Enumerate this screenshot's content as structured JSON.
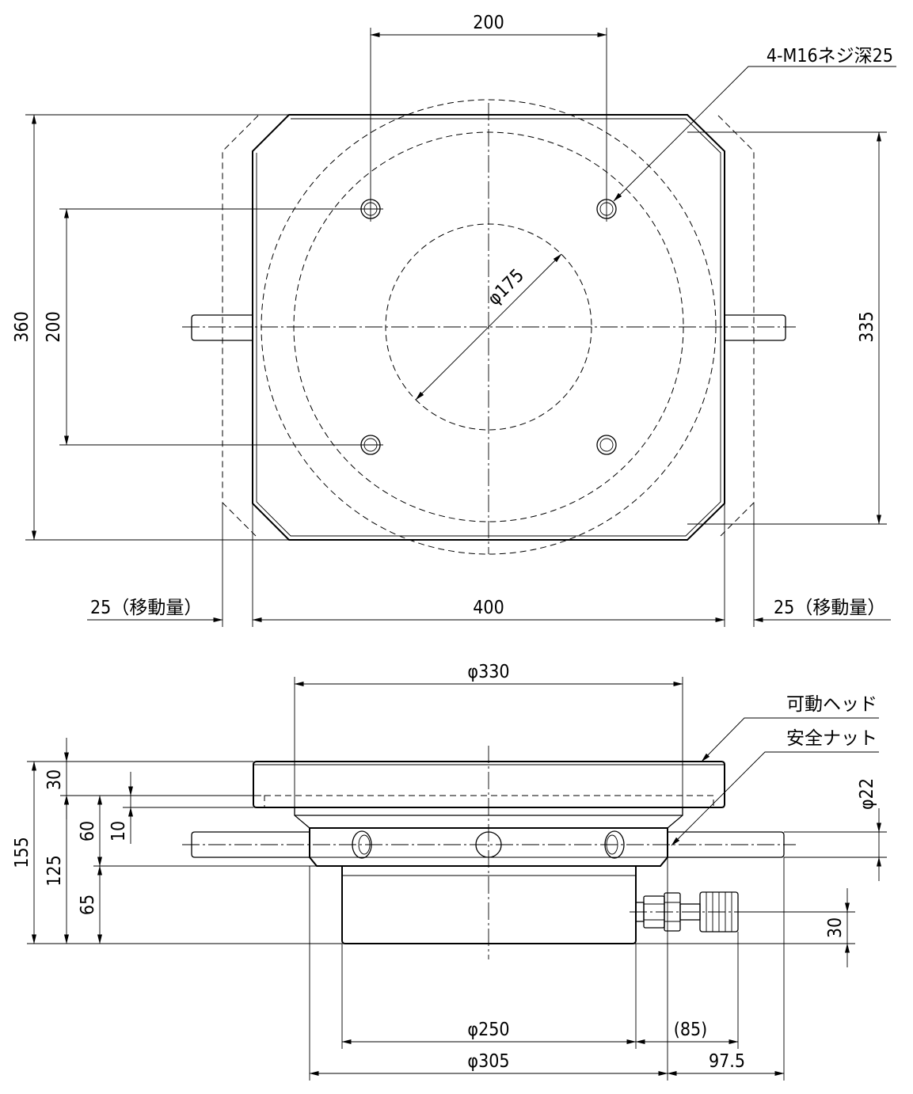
{
  "plan_view": {
    "dim_hole_pitch_x": "200",
    "dim_hole_pitch_y": "200",
    "dim_total_height": "360",
    "dim_inner_height": "335",
    "dim_width": "400",
    "dim_travel_left": "25（移動量）",
    "dim_travel_right": "25（移動量）",
    "dim_bore_diameter": "φ175",
    "note_tapped_holes": "4-M16ネジ深25"
  },
  "side_view": {
    "dim_head_diameter": "φ330",
    "dim_body_diameter": "φ305",
    "dim_base_diameter": "φ250",
    "dim_port_offset": "(85)",
    "dim_handle_reach": "97.5",
    "dim_total_height": "155",
    "dim_head_thickness": "30",
    "dim_upper_height": "125",
    "dim_nut_height": "60",
    "dim_nut_gap": "10",
    "dim_base_height": "65",
    "dim_handle_diameter": "φ22",
    "dim_port_height": "30",
    "label_movable_head": "可動ヘッド",
    "label_safety_nut": "安全ナット"
  }
}
